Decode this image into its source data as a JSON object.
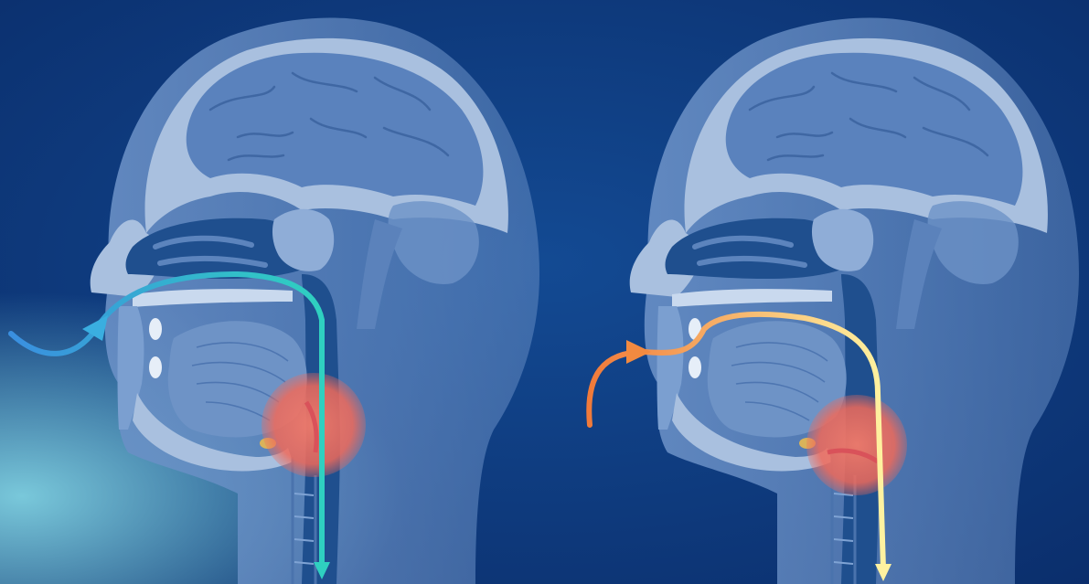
{
  "colors": {
    "background_center": "#0e3f86",
    "background_edge": "#0b2f6e",
    "glow_left": "#6fc6da",
    "head_fill": "#5f86bf",
    "bone_fill": "#a9c0df",
    "airway_dark": "#1f4f8e",
    "tongue_fill": "#6e93c6",
    "highlight_red": "#f26b5b",
    "arrow_breath_start": "#3fa9e6",
    "arrow_breath_end": "#2fc7c0",
    "arrow_swallow_start": "#f07a3a",
    "arrow_swallow_end": "#fff2a0"
  },
  "panels": [
    {
      "name": "left-head",
      "flow": "air-to-trachea",
      "arrow_colors": [
        "#3fa9e6",
        "#2fc7c0"
      ]
    },
    {
      "name": "right-head",
      "flow": "food-to-esophagus",
      "arrow_colors": [
        "#f07a3a",
        "#fff2a0"
      ]
    }
  ]
}
